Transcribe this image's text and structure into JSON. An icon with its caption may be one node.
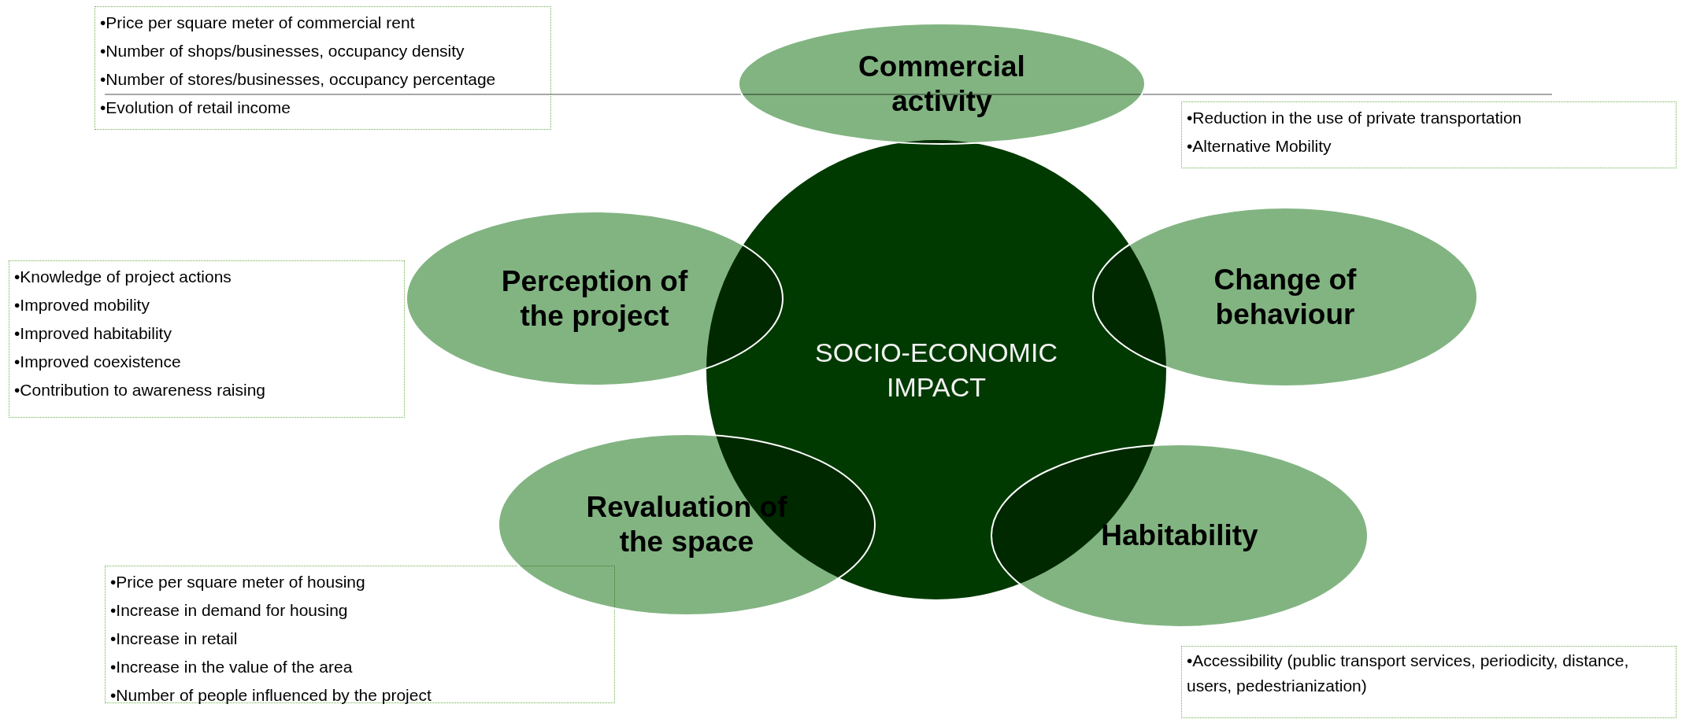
{
  "diagram": {
    "nodes": [
      {
        "text": [
          "•Price per square meter of commercial rent",
          "•Number of shops/businesses, occupancy density",
          "•Number of stores/businesses, occupancy percentage",
          "•Evolution of retail income"
        ]
      },
      {
        "text": [
          "Commercial activity"
        ]
      },
      {
        "text": [
          "•Reduction in the use of private transportation",
          "•Alternative Mobility"
        ]
      },
      {
        "text": [
          "Perception of the project"
        ]
      },
      {
        "text": [
          "Change of behaviour"
        ]
      },
      {
        "text": [
          "•Knowledge of project actions",
          "•Improved mobility",
          "•Improved habitability",
          "•Improved coexistence",
          "•Contribution to awareness raising"
        ]
      },
      {
        "text": [
          "SOCIO-ECONOMIC IMPACT"
        ]
      },
      {
        "text": [
          "Revaluation of the space"
        ]
      },
      {
        "text": [
          "Habitability"
        ]
      },
      {
        "text": [
          "•Price per square meter of housing",
          "•Increase in demand for housing",
          "•Increase in retail",
          "•Increase in the value of the area",
          "•Number of people influenced by the project"
        ]
      },
      {
        "text": [
          "•Accessibility (public transport services, periodicity, distance, users, pedestrianization)"
        ]
      }
    ],
    "edges": []
  }
}
